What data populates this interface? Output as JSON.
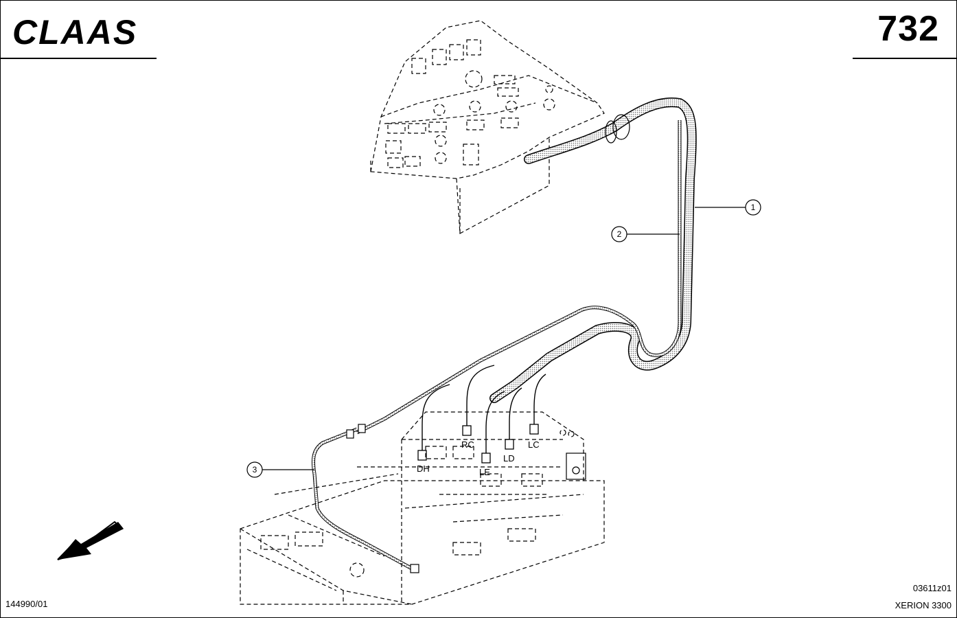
{
  "header": {
    "brand": "CLAAS",
    "page_number": "732"
  },
  "footer": {
    "doc_id": "144990/01",
    "drawing_code": "03611z01",
    "model": "XERION 3300"
  },
  "callouts": [
    {
      "num": "1"
    },
    {
      "num": "2"
    },
    {
      "num": "3"
    }
  ],
  "connector_labels": {
    "dh": "DH",
    "rc": "RC",
    "le": "LE",
    "ld": "LD",
    "lc": "LC"
  },
  "icons": {
    "direction": "arrow-icon"
  }
}
